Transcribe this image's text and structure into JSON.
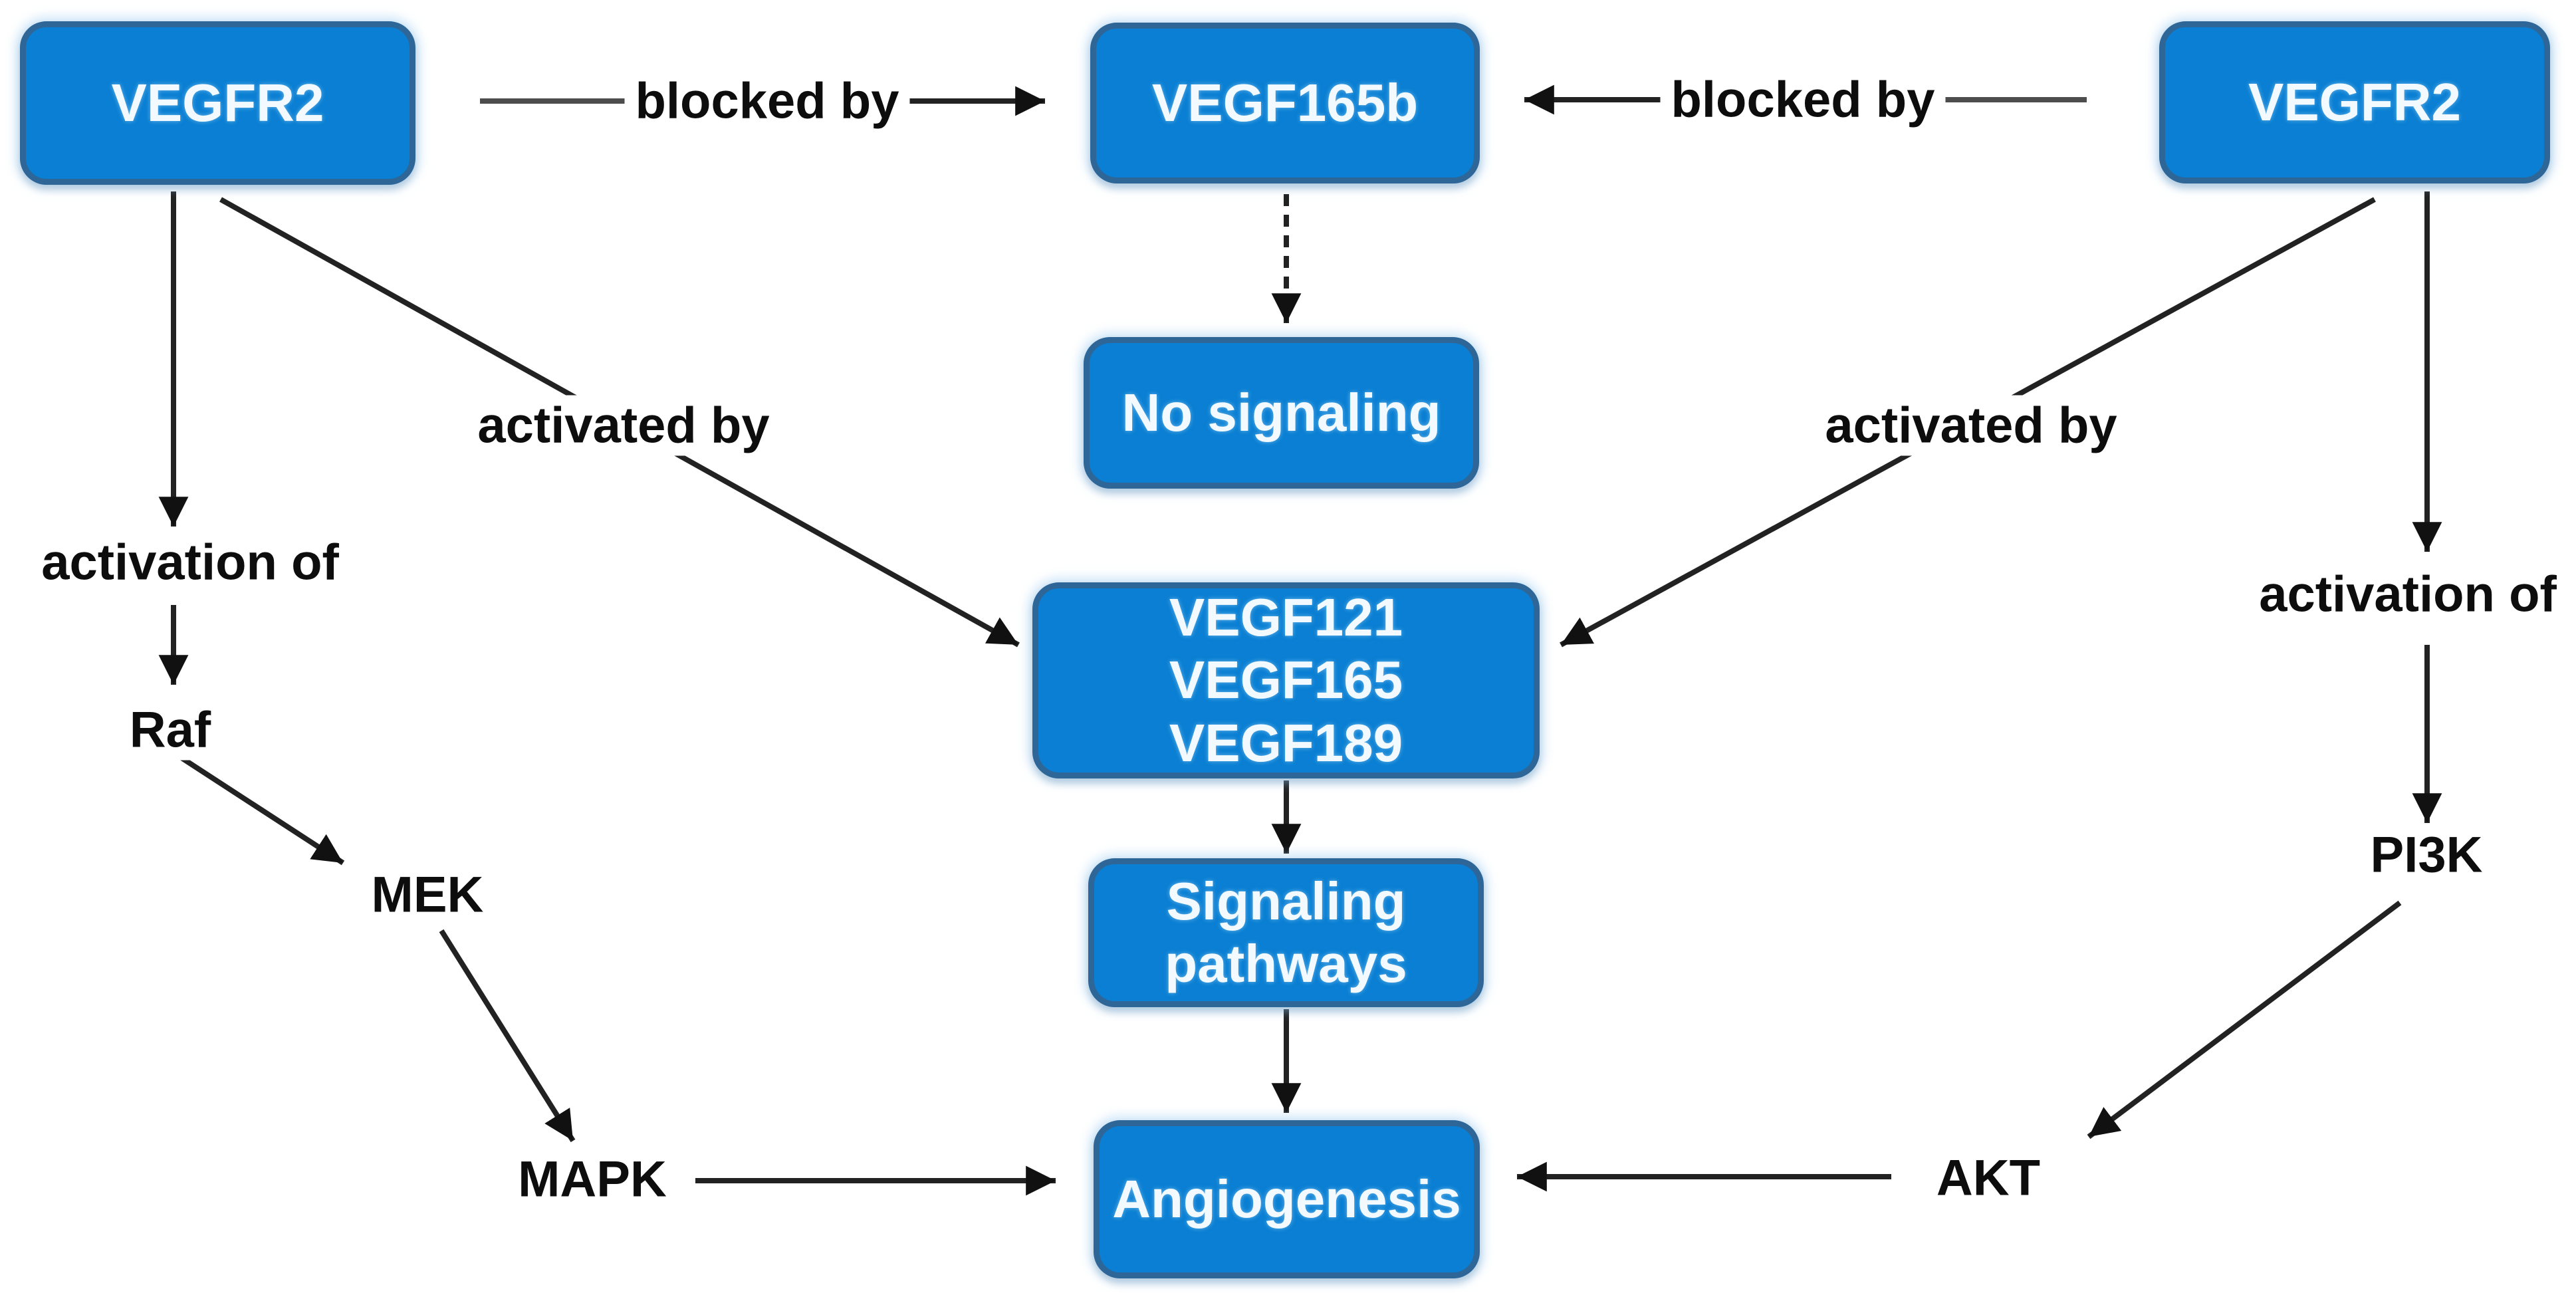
{
  "figure": {
    "title": "VEGFR2 signaling diagram",
    "background_color": "#ffffff",
    "node_fill_color": "#0a7fd3",
    "node_border_color": "#2d6697",
    "node_text_color": "#f2faff",
    "edge_color": "#222222",
    "plain_segment_color": "#4d4d4d",
    "label_text_color": "#0d0d0d"
  },
  "nodes": [
    {
      "id": "vegfr2-left",
      "label": "VEGFR2"
    },
    {
      "id": "vegf165b",
      "label": "VEGF165b"
    },
    {
      "id": "vegfr2-right",
      "label": "VEGFR2"
    },
    {
      "id": "no-signaling",
      "label": "No signaling"
    },
    {
      "id": "vegf-isoforms",
      "label": "VEGF121\nVEGF165\nVEGF189"
    },
    {
      "id": "signaling-pathways",
      "label": "Signaling\npathways"
    },
    {
      "id": "angiogenesis",
      "label": "Angiogenesis"
    }
  ],
  "edge_labels": [
    {
      "id": "blocked-by-left",
      "text": "blocked by"
    },
    {
      "id": "blocked-by-right",
      "text": "blocked by"
    },
    {
      "id": "activated-by-left",
      "text": "activated by"
    },
    {
      "id": "activated-by-right",
      "text": "activated by"
    },
    {
      "id": "activation-of-left",
      "text": "activation of"
    },
    {
      "id": "activation-of-right",
      "text": "activation of"
    },
    {
      "id": "raf",
      "text": "Raf"
    },
    {
      "id": "mek",
      "text": "MEK"
    },
    {
      "id": "mapk",
      "text": "MAPK"
    },
    {
      "id": "pi3k",
      "text": "PI3K"
    },
    {
      "id": "akt",
      "text": "AKT"
    }
  ],
  "edges": [
    {
      "from": "VEGFR2 (left)",
      "to": "VEGF165b",
      "label": "blocked by",
      "style": "solid"
    },
    {
      "from": "VEGFR2 (right)",
      "to": "VEGF165b",
      "label": "blocked by",
      "style": "solid"
    },
    {
      "from": "VEGF165b",
      "to": "No signaling",
      "label": "",
      "style": "dashed"
    },
    {
      "from": "VEGFR2 (left)",
      "to": "VEGF121/165/189",
      "label": "activated by",
      "style": "solid"
    },
    {
      "from": "VEGFR2 (right)",
      "to": "VEGF121/165/189",
      "label": "activated by",
      "style": "solid"
    },
    {
      "from": "VEGFR2 (left)",
      "to": "Raf",
      "label": "activation of",
      "style": "solid"
    },
    {
      "from": "VEGFR2 (right)",
      "to": "PI3K",
      "label": "activation of",
      "style": "solid"
    },
    {
      "from": "Raf",
      "to": "MEK",
      "label": "",
      "style": "solid"
    },
    {
      "from": "MEK",
      "to": "MAPK",
      "label": "",
      "style": "solid"
    },
    {
      "from": "MAPK",
      "to": "Angiogenesis",
      "label": "",
      "style": "solid"
    },
    {
      "from": "PI3K",
      "to": "AKT",
      "label": "",
      "style": "solid"
    },
    {
      "from": "AKT",
      "to": "Angiogenesis",
      "label": "",
      "style": "solid"
    },
    {
      "from": "VEGF121/165/189",
      "to": "Signaling pathways",
      "label": "",
      "style": "solid"
    },
    {
      "from": "Signaling pathways",
      "to": "Angiogenesis",
      "label": "",
      "style": "solid"
    }
  ]
}
